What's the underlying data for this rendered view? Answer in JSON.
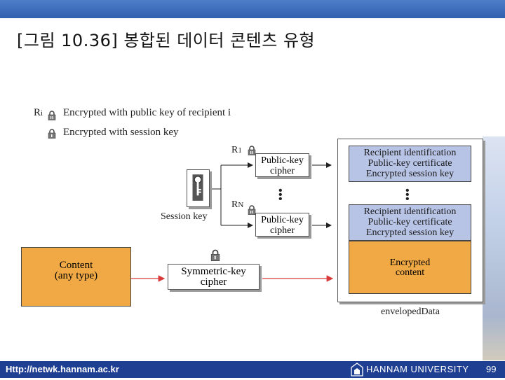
{
  "header": {
    "title": "[그림 10.36] 봉합된 데이터 콘텐츠 유형"
  },
  "legend": {
    "recipient_letter": "R",
    "recipient_sub": "i",
    "recipient_text": "Encrypted with public key of recipient i",
    "session_text": "Encrypted with session key"
  },
  "diagram": {
    "session_key_label": "Session key",
    "r1_letter": "R",
    "r1_sub": "1",
    "rn_letter": "R",
    "rn_sub": "N",
    "pk_cipher_line1": "Public-key",
    "pk_cipher_line2": "cipher",
    "content_line1": "Content",
    "content_line2": "(any type)",
    "sym_line1": "Symmetric-key",
    "sym_line2": "cipher",
    "env_rec_line1": "Recipient identification",
    "env_rec_line2": "Public-key certificate",
    "env_rec_line3": "Encrypted session key",
    "env_content_line1": "Encrypted",
    "env_content_line2": "content",
    "enveloped_label": "envelopedData"
  },
  "footer": {
    "url": "Http://netwk.hannam.ac.kr",
    "university": "HANNAM  UNIVERSITY",
    "page": "99"
  },
  "colors": {
    "header_bar": "#2f5fae",
    "footer_bar": "#1f3f93",
    "orange": "#f0a944",
    "blue_fill": "#b8c4e6",
    "arrow": "#d63a3a"
  }
}
